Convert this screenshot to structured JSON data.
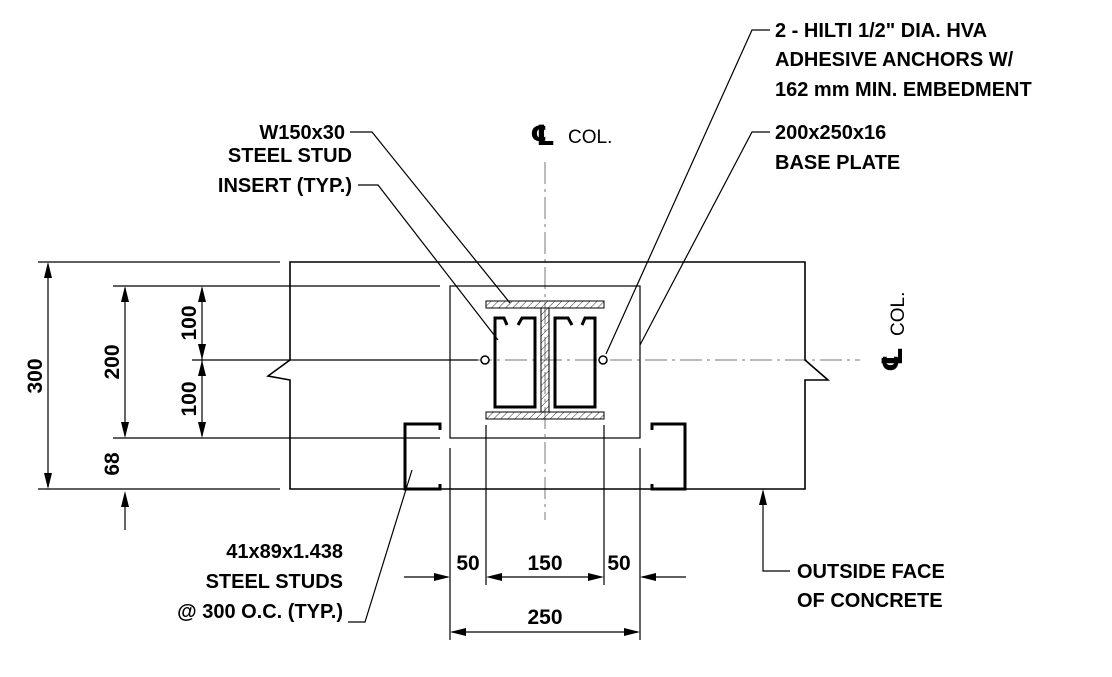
{
  "labels": {
    "anchor_line1": "2 - HILTI 1/2\" DIA. HVA",
    "anchor_line2": "ADHESIVE ANCHORS W/",
    "anchor_line3": "162 mm MIN. EMBEDMENT",
    "column_section": "W150x30",
    "stud_insert_line1": "STEEL STUD",
    "stud_insert_line2": "INSERT (TYP.)",
    "base_plate_line1": "200x250x16",
    "base_plate_line2": "BASE PLATE",
    "studs_line1": "41x89x1.438",
    "studs_line2": "STEEL STUDS",
    "studs_line3": "@ 300 O.C. (TYP.)",
    "outside_face_line1": "OUTSIDE FACE",
    "outside_face_line2": "OF CONCRETE",
    "centerline_symbol": "℄",
    "centerline_col": "COL."
  },
  "dimensions": {
    "total_height": "300",
    "plate_height": "200",
    "upper_half": "100",
    "lower_half": "100",
    "bottom_offset": "68",
    "left_edge": "50",
    "flange_width": "150",
    "right_edge": "50",
    "plate_width": "250"
  }
}
